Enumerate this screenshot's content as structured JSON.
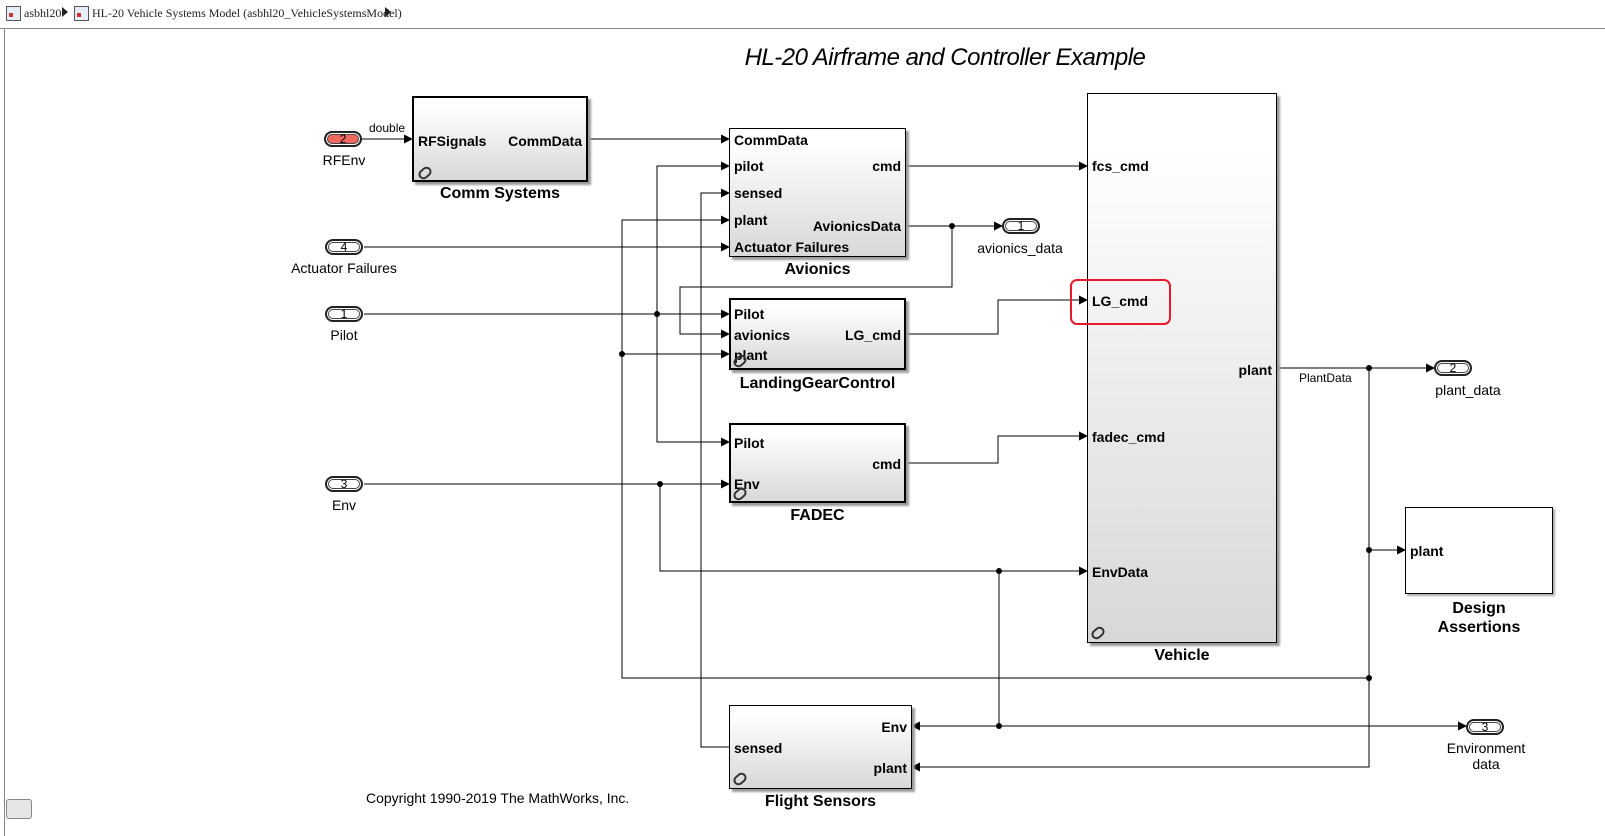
{
  "breadcrumb": {
    "root": "asbhl20",
    "child": "HL-20 Vehicle Systems Model (asbhl20_VehicleSystemsModel)"
  },
  "title": "HL-20 Airframe and Controller Example",
  "copyright": "Copyright 1990-2019 The MathWorks, Inc.",
  "inports": {
    "rfenv": {
      "num": "2",
      "label": "RFEnv",
      "signal": "double"
    },
    "actuator": {
      "num": "4",
      "label": "Actuator Failures"
    },
    "pilot": {
      "num": "1",
      "label": "Pilot"
    },
    "env": {
      "num": "3",
      "label": "Env"
    }
  },
  "outports": {
    "avionics": {
      "num": "1",
      "label": "avionics_data"
    },
    "plant": {
      "num": "2",
      "label": "plant_data"
    },
    "environment": {
      "num": "3",
      "label": "Environment data"
    }
  },
  "signals": {
    "plant_data": "PlantData"
  },
  "blocks": {
    "comm": {
      "name": "Comm Systems",
      "in": [
        "RFSignals"
      ],
      "out": [
        "CommData"
      ]
    },
    "avionics": {
      "name": "Avionics",
      "in": [
        "CommData",
        "pilot",
        "sensed",
        "plant",
        "Actuator Failures"
      ],
      "out": [
        "cmd",
        "AvionicsData"
      ]
    },
    "landing": {
      "name": "LandingGearControl",
      "in": [
        "Pilot",
        "avionics",
        "plant"
      ],
      "out": [
        "LG_cmd"
      ]
    },
    "fadec": {
      "name": "FADEC",
      "in": [
        "Pilot",
        "Env"
      ],
      "out": [
        "cmd"
      ]
    },
    "vehicle": {
      "name": "Vehicle",
      "in": [
        "fcs_cmd",
        "LG_cmd",
        "fadec_cmd",
        "EnvData"
      ],
      "out": [
        "plant"
      ]
    },
    "design": {
      "name_line1": "Design",
      "name_line2": "Assertions",
      "in": [
        "plant"
      ]
    },
    "sensors": {
      "name": "Flight Sensors",
      "in": [
        "Env",
        "plant"
      ],
      "out": [
        "sensed"
      ]
    }
  },
  "colors": {
    "highlight": "#e8192b",
    "red_inport": "#f06a5f"
  }
}
